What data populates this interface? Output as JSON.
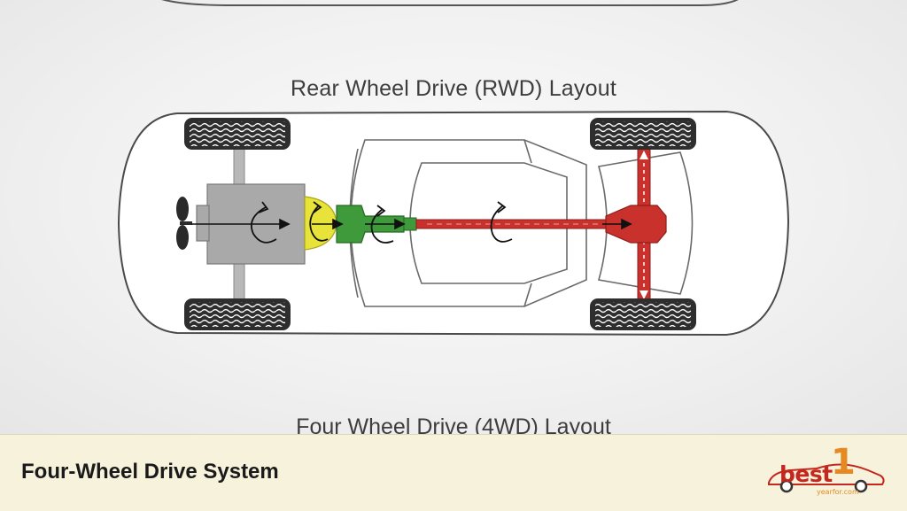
{
  "diagram": {
    "rwd_title": "Rear Wheel Drive (RWD) Layout",
    "fwd_title": "Four Wheel Drive (4WD) Layout"
  },
  "caption": {
    "text": "Four-Wheel Drive System"
  },
  "logo": {
    "word": "best",
    "number": "1",
    "sub": "yearfor.com",
    "icon": "car-icon"
  },
  "colors": {
    "engine": "#a9a9a9",
    "clutch": "#e8e33a",
    "gearbox": "#3e9a3a",
    "driveshaft": "#c8312c",
    "caption_bg": "#f7f2dc",
    "logo_red": "#c4271d",
    "logo_orange": "#e58a23"
  }
}
